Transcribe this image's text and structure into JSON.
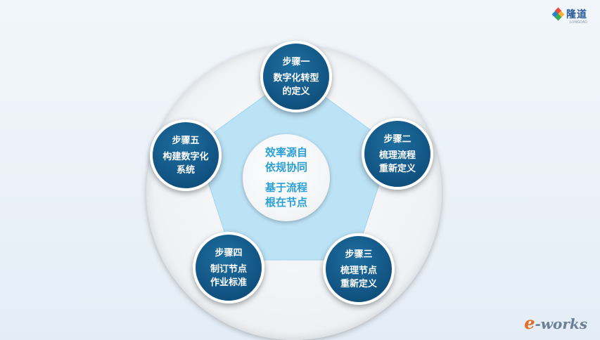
{
  "center": {
    "line1": "效率源自",
    "line2": "依规协同",
    "line3": "基于流程",
    "line4": "根在节点"
  },
  "steps": [
    {
      "title": "步骤一",
      "line1": "数字化转型",
      "line2": "的定义"
    },
    {
      "title": "步骤二",
      "line1": "梳理流程",
      "line2": "重新定义"
    },
    {
      "title": "步骤三",
      "line1": "梳理节点",
      "line2": "重新定义"
    },
    {
      "title": "步骤四",
      "line1": "制订节点",
      "line2": "作业标准"
    },
    {
      "title": "步骤五",
      "line1": "构建数字化",
      "line2": "系统"
    }
  ],
  "logo": {
    "text": "隆道",
    "sub": "LONGDAO"
  },
  "watermark": {
    "e": "e",
    "rest": "-works"
  },
  "colors": {
    "step_fill": "#125685",
    "pentagon_fill": "#b9e1f5",
    "center_text": "#2aa0d6"
  }
}
